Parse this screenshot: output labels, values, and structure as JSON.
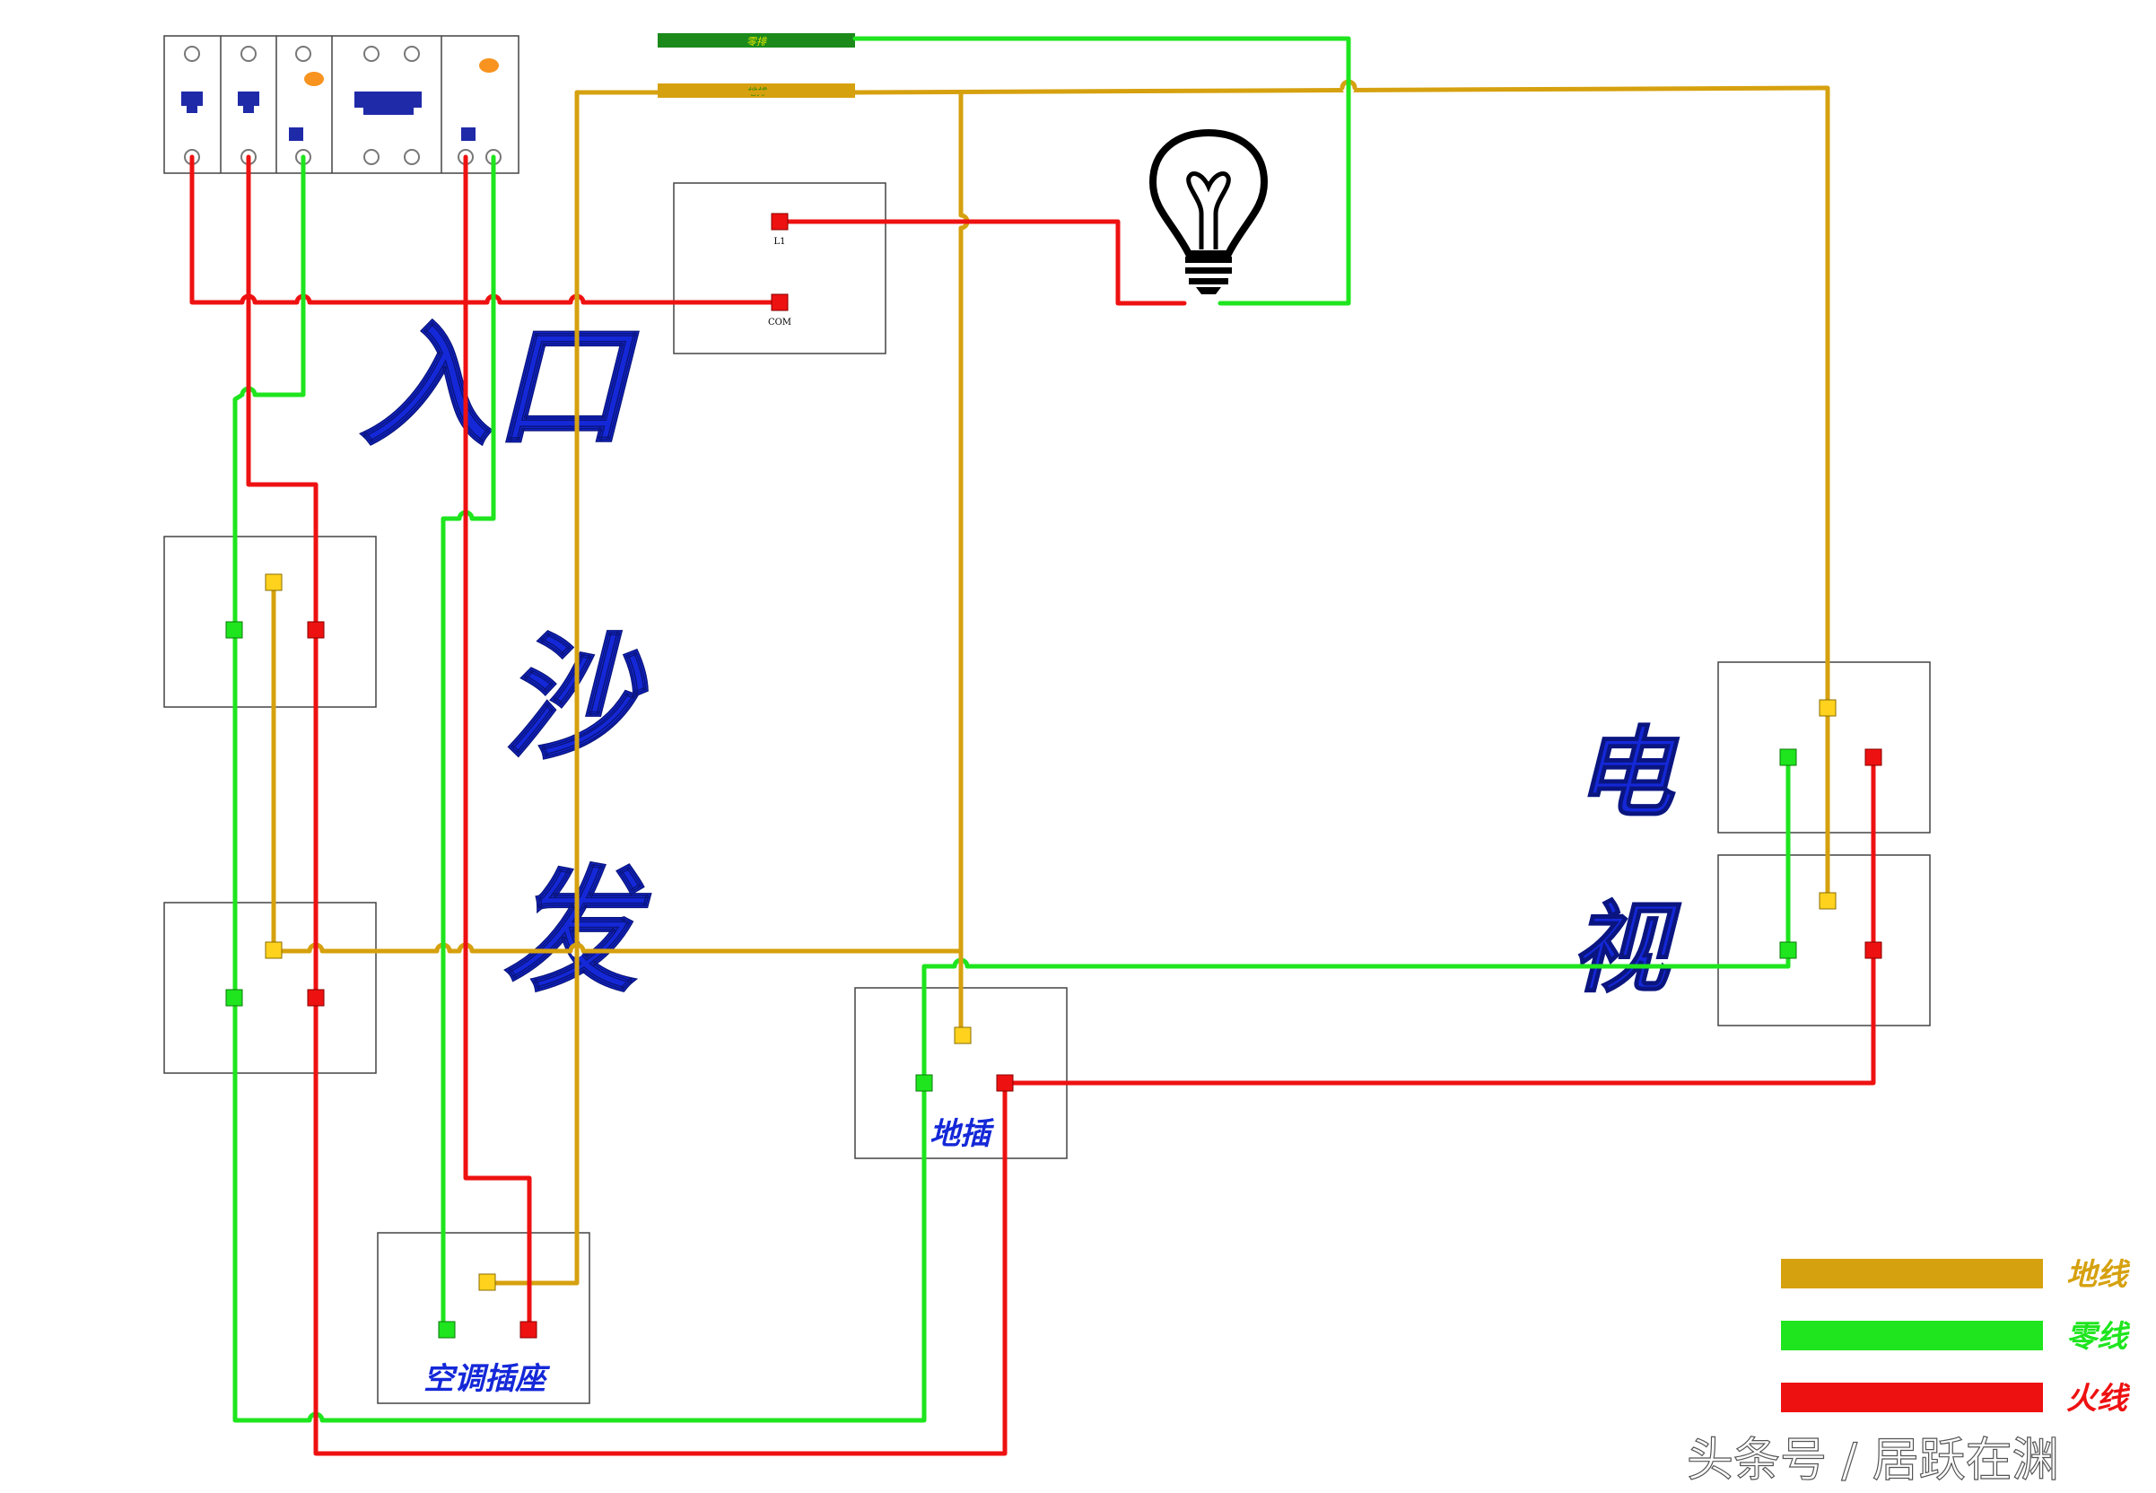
{
  "colors": {
    "earth": "#d6a10f",
    "neutral": "#1ee51e",
    "live": "#ee1111",
    "label_blue": "#1428d8",
    "breaker_blue": "#1f2aa8",
    "breaker_indicator": "#f7931e"
  },
  "bus_bars": {
    "neutral_bar_label": "零排",
    "earth_bar_label": "地排"
  },
  "switch": {
    "terminal_l1": "L1",
    "terminal_com": "COM"
  },
  "lamp": {
    "icon": "light-bulb-icon"
  },
  "room_labels": {
    "entrance": "入口",
    "sofa": "沙发",
    "tv": "电视"
  },
  "sockets": {
    "floor_socket": "地插",
    "ac_socket": "空调插座"
  },
  "legend": [
    {
      "label": "地线",
      "color": "#d6a10f"
    },
    {
      "label": "零线",
      "color": "#1ee51e"
    },
    {
      "label": "火线",
      "color": "#ee1111"
    }
  ],
  "watermark": "头条号 / 居跃在渊"
}
